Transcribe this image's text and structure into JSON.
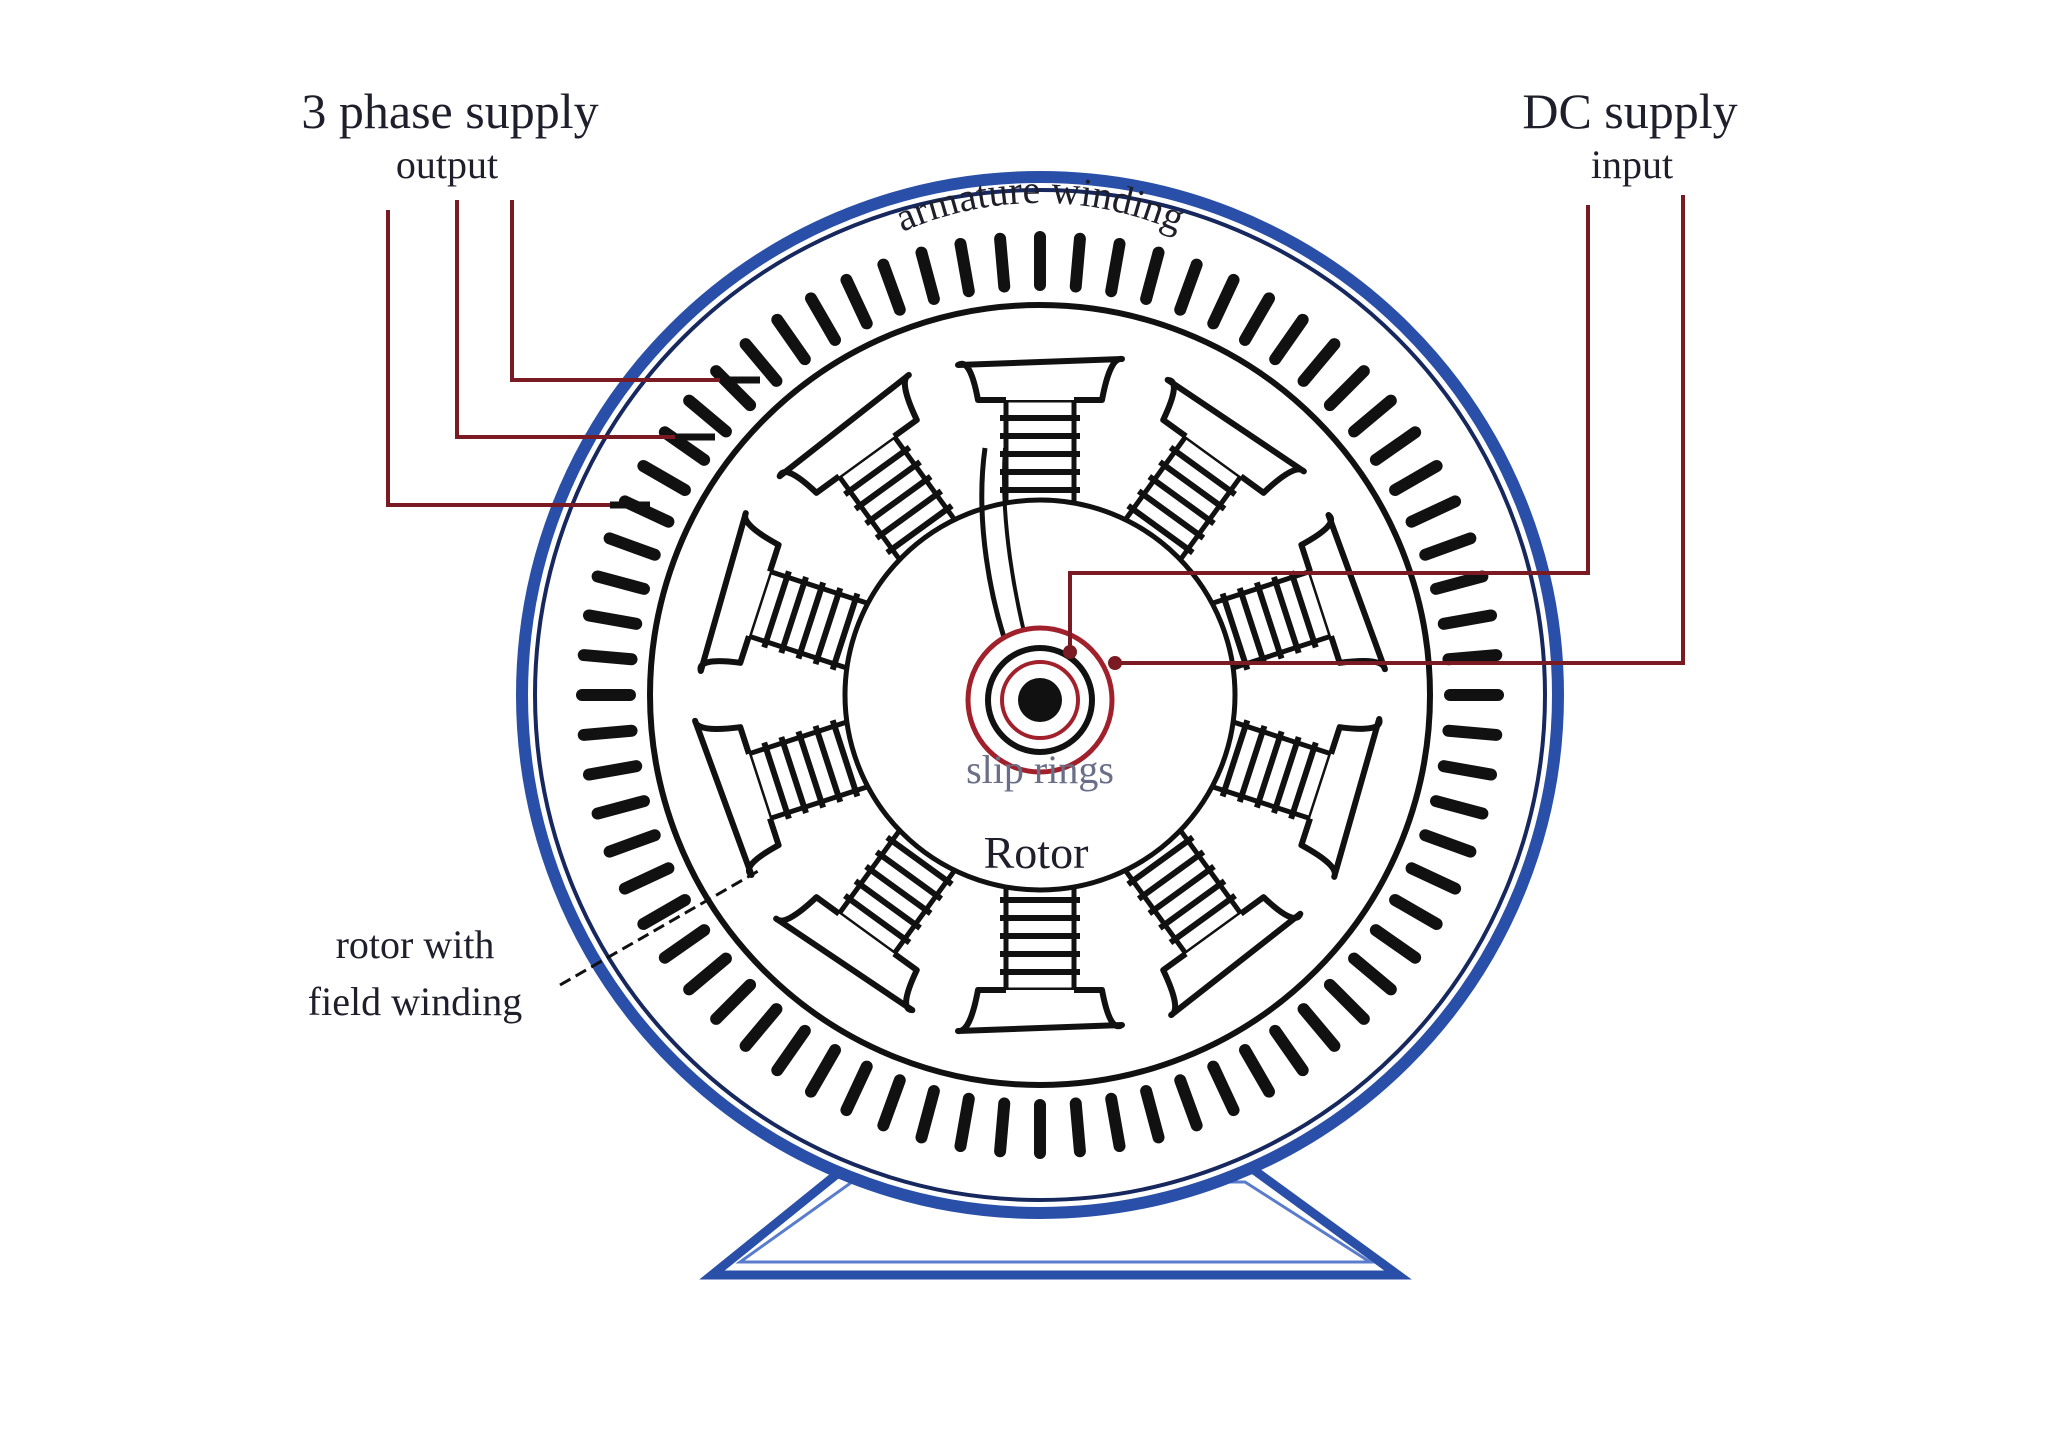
{
  "labels": {
    "three_phase_title": "3 phase supply",
    "three_phase_sub": "output",
    "dc_title": "DC supply",
    "dc_sub": "input",
    "armature": "armature winding",
    "slip_rings": "slip rings",
    "rotor": "Rotor",
    "rotor_field_1": "rotor with",
    "rotor_field_2": "field winding"
  },
  "colors": {
    "frame_blue": "#2a4fa8",
    "frame_dark": "#17285e",
    "ink": "#111111",
    "lead_red": "#7a1a22",
    "slip_red": "#a0202b",
    "background": "#ffffff"
  }
}
